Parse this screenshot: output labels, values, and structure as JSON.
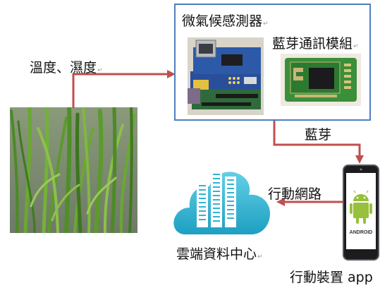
{
  "labels": {
    "temp_humidity": "溫度、濕度",
    "micro_sensor": "微氣候感測器",
    "bt_module": "藍芽通訊模組",
    "bluetooth": "藍芽",
    "mobile_network": "行動網路",
    "cloud_center": "雲端資料中心",
    "mobile_device": "行動裝置 app"
  },
  "phone": {
    "android_text": "ANDROID"
  },
  "colors": {
    "arrow": "#c0504d",
    "box_border": "#4f7fbf",
    "cloud": "#31b3d1",
    "plant": "#5a9a2a",
    "board": "#2d5aa8",
    "bt_board": "#3a8f3a"
  }
}
